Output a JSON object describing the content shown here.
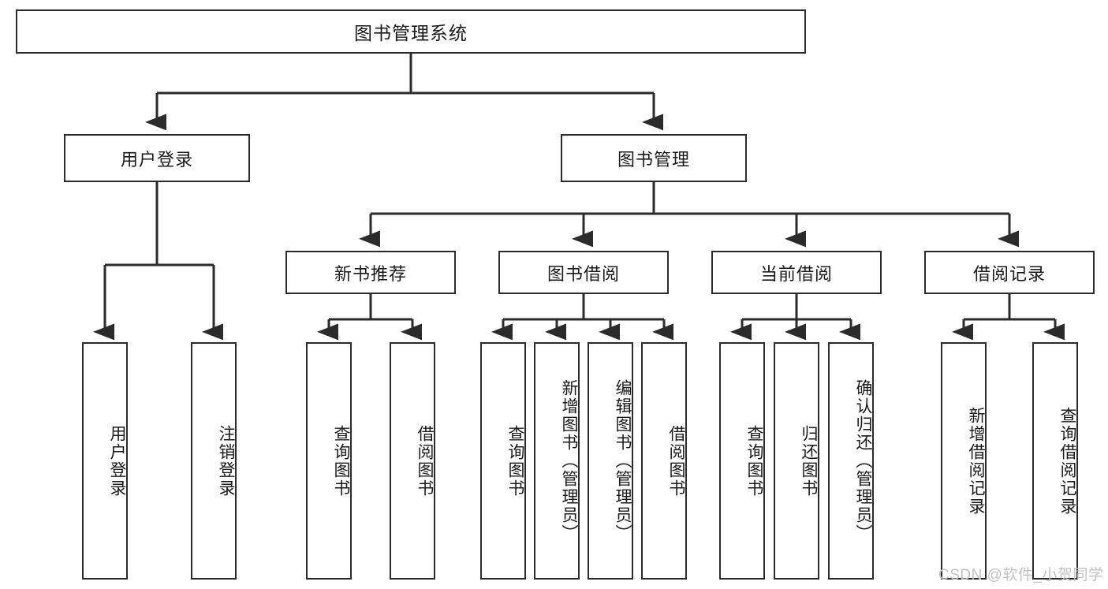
{
  "diagram": {
    "title": "图书管理系统",
    "root": {
      "label": "图书管理系统"
    },
    "level2": [
      {
        "label": "用户登录"
      },
      {
        "label": "图书管理"
      }
    ],
    "level3": [
      {
        "label": "新书推荐"
      },
      {
        "label": "图书借阅"
      },
      {
        "label": "当前借阅"
      },
      {
        "label": "借阅记录"
      }
    ],
    "leaves": {
      "user_login": [
        {
          "label": "用户登录"
        },
        {
          "label": "注销登录"
        }
      ],
      "new_book_recommend": [
        {
          "label": "查询图书"
        },
        {
          "label": "借阅图书"
        }
      ],
      "book_borrow": [
        {
          "label": "查询图书"
        },
        {
          "label": "新增图书（管理员）"
        },
        {
          "label": "编辑图书（管理员）"
        },
        {
          "label": "借阅图书"
        }
      ],
      "current_borrow": [
        {
          "label": "查询图书"
        },
        {
          "label": "归还图书"
        },
        {
          "label": "确认归还（管理员）"
        }
      ],
      "borrow_record": [
        {
          "label": "新增借阅记录"
        },
        {
          "label": "查询借阅记录"
        }
      ]
    }
  },
  "watermark": {
    "text": "CSDN @软件_小贺同学"
  },
  "colors": {
    "stroke": "#2b2b2b",
    "background": "#ffffff",
    "text": "#1a1a1a",
    "watermark": "#c2c2c2"
  }
}
